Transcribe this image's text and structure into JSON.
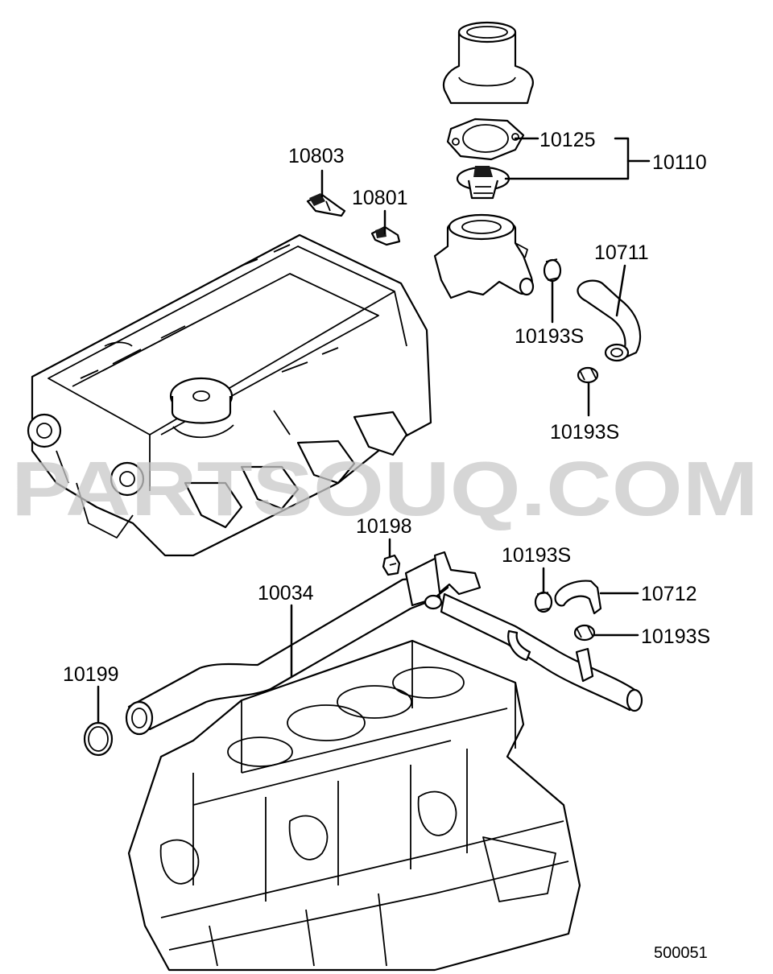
{
  "watermark": "PARTSOUQ.COM",
  "diagram_code": "500051",
  "callouts": {
    "c10125": "10125",
    "c10110": "10110",
    "c10803": "10803",
    "c10801": "10801",
    "c10711": "10711",
    "c10193s_a": "10193S",
    "c10193s_b": "10193S",
    "c10198": "10198",
    "c10193s_c": "10193S",
    "c10712": "10712",
    "c10193s_d": "10193S",
    "c10034": "10034",
    "c10199": "10199"
  },
  "parts": [
    {
      "id": "10110",
      "name": "thermostat-assembly"
    },
    {
      "id": "10125",
      "name": "thermostat-gasket"
    },
    {
      "id": "10803",
      "name": "coolant-temperature-sensor"
    },
    {
      "id": "10801",
      "name": "coolant-temperature-switch"
    },
    {
      "id": "10711",
      "name": "water-hose"
    },
    {
      "id": "10193S",
      "name": "hose-clamp"
    },
    {
      "id": "10198",
      "name": "bolt"
    },
    {
      "id": "10712",
      "name": "water-hose"
    },
    {
      "id": "10034",
      "name": "water-inlet-pipe"
    },
    {
      "id": "10199",
      "name": "o-ring"
    }
  ]
}
